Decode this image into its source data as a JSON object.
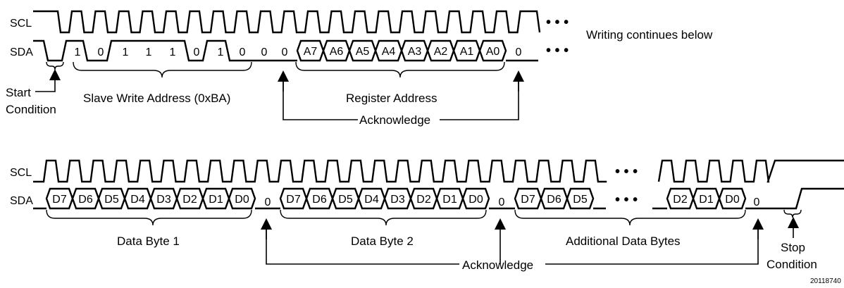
{
  "title": "",
  "signals": {
    "scl": "SCL",
    "sda": "SDA"
  },
  "ellipsis": "• • •",
  "row1": {
    "address_bits": [
      "1",
      "0",
      "1",
      "1",
      "1",
      "0",
      "1",
      "0"
    ],
    "rw_bit": "0",
    "register_bits": [
      "A7",
      "A6",
      "A5",
      "A4",
      "A3",
      "A2",
      "A1",
      "A0"
    ],
    "ack_bit": "0",
    "note": "Writing continues below",
    "labels": {
      "start_line1": "Start",
      "start_line2": "Condition",
      "slave_address": "Slave Write Address (0xBA)",
      "register_address": "Register Address",
      "acknowledge": "Acknowledge"
    }
  },
  "row2": {
    "byte1": [
      "D7",
      "D6",
      "D5",
      "D4",
      "D3",
      "D2",
      "D1",
      "D0"
    ],
    "byte2": [
      "D7",
      "D6",
      "D5",
      "D4",
      "D3",
      "D2",
      "D1",
      "D0"
    ],
    "byte3_head": [
      "D7",
      "D6",
      "D5"
    ],
    "byte3_tail": [
      "D2",
      "D1",
      "D0"
    ],
    "ack_bit": "0",
    "labels": {
      "data_byte_1": "Data Byte 1",
      "data_byte_2": "Data Byte 2",
      "additional": "Additional Data Bytes",
      "acknowledge": "Acknowledge",
      "stop_line1": "Stop",
      "stop_line2": "Condition"
    }
  },
  "figure_number": "20118740"
}
